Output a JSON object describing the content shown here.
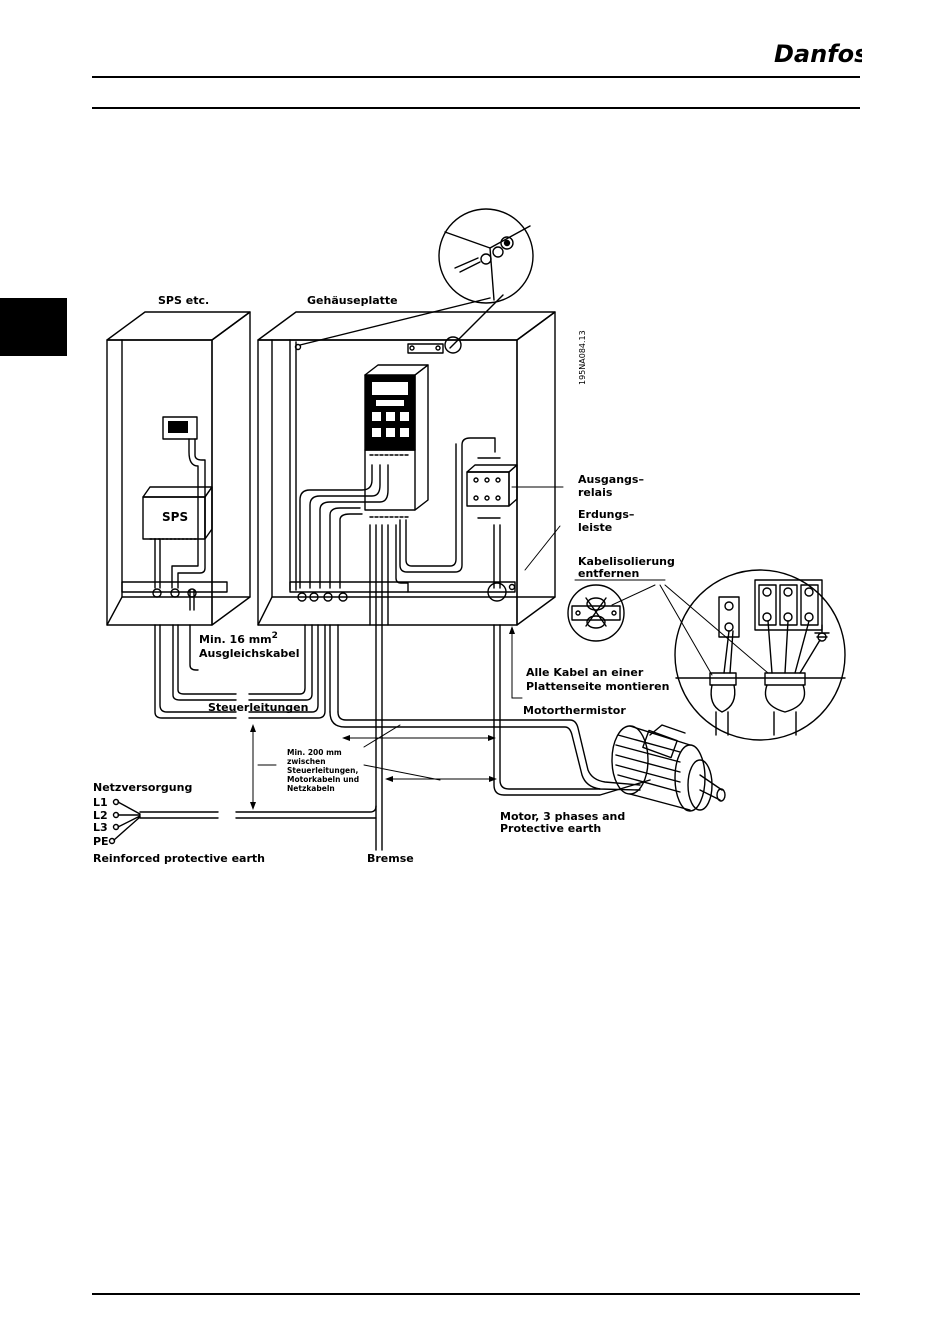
{
  "header": {
    "brand_logo": "Danfoss"
  },
  "figure_id": "195NA084.13",
  "labels": {
    "sps_etc": "SPS etc.",
    "gehaeuseplatte": "Gehäuseplatte",
    "sps": "SPS",
    "ausgangs_1": "Ausgangs–",
    "ausgangs_2": "relais",
    "erdungs_1": "Erdungs–",
    "erdungs_2": "leiste",
    "kabel_1": "Kabelisolierung",
    "kabel_2": "entfernen",
    "min16_1": "Min.  16  mm",
    "min16_sup": "2",
    "min16_2": "Ausgleichskabel",
    "alle_1": "Alle  Kabel  an  einer",
    "alle_2": "Plattenseite  montieren",
    "steuer": "Steuerleitungen",
    "motortherm": "Motorthermistor",
    "min200_1": "Min.  200  mm",
    "min200_2": "zwischen",
    "min200_3": "Steuerleitungen,",
    "min200_4": "Motorkabeln  und",
    "min200_5": "Netzkabeln",
    "netz": "Netzversorgung",
    "l1": "L1",
    "l2": "L2",
    "l3": "L3",
    "pe": "PE",
    "reinforced": "Reinforced  protective  earth",
    "bremse": "Bremse",
    "motor_1": "Motor,  3  phases  and",
    "motor_2": "Protective  earth"
  }
}
